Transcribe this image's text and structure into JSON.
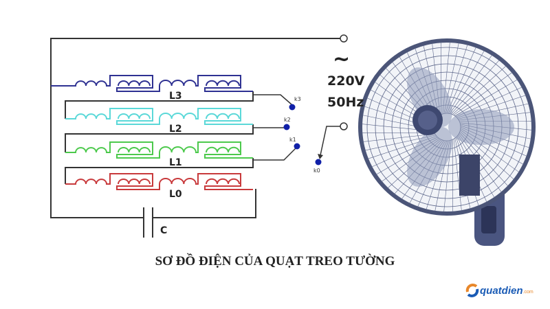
{
  "diagram": {
    "title": "SƠ ĐỒ ĐIỆN CỦA QUẠT TREO TƯỜNG",
    "supply": {
      "symbol": "~",
      "voltage": "220V",
      "frequency": "50Hz"
    },
    "windings": [
      {
        "label": "L3",
        "color": "#2e3192"
      },
      {
        "label": "L2",
        "color": "#5ad8d8"
      },
      {
        "label": "L1",
        "color": "#4cc94c"
      },
      {
        "label": "L0",
        "color": "#c8393b"
      }
    ],
    "switch_contacts": [
      "k3",
      "k2",
      "k1",
      "k0"
    ],
    "capacitor_label": "C",
    "contact_color": "#1020a8",
    "wire_color": "#333333"
  },
  "logo": {
    "name": "quatdien",
    "domain": ".com"
  }
}
